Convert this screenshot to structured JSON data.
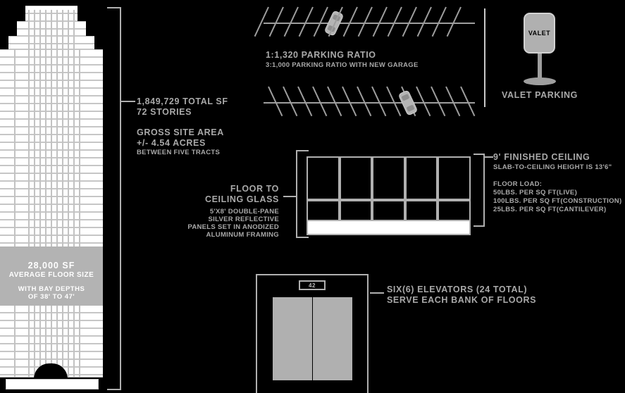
{
  "building": {
    "band": {
      "area_value": "28,000 SF",
      "area_label": "AVERAGE FLOOR SIZE",
      "bay_line1": "WITH BAY DEPTHS",
      "bay_line2": "OF 38' TO 47'"
    }
  },
  "callouts": {
    "total_sf": "1,849,729 TOTAL SF",
    "stories": "72 STORIES",
    "site_area_title": "GROSS SITE AREA",
    "site_area_value": "+/- 4.54 ACRES",
    "site_area_note": "BETWEEN FIVE TRACTS",
    "glass_title_1": "FLOOR TO",
    "glass_title_2": "CEILING GLASS",
    "glass_d1": "5'X8' DOUBLE-PANE",
    "glass_d2": "SILVER REFLECTIVE",
    "glass_d3": "PANELS SET IN ANODIZED",
    "glass_d4": "ALUMINUM FRAMING",
    "ceiling_title": "9' FINISHED CEILING",
    "ceiling_sub": "SLAB-TO-CEILING HEIGHT IS 13'6\"",
    "floor_load_title": "FLOOR LOAD:",
    "floor_load_1": "50LBS. PER SQ FT(LIVE)",
    "floor_load_2": "100LBS. PER SQ FT(CONSTRUCTION)",
    "floor_load_3": "25LBS. PER SQ FT(CANTILEVER)",
    "elevator_1": "SIX(6) ELEVATORS (24 TOTAL)",
    "elevator_2": "SERVE EACH BANK OF FLOORS"
  },
  "parking": {
    "ratio_main": "1:1,320 PARKING RATIO",
    "ratio_sub": "3:1,000 PARKING RATIO WITH NEW GARAGE",
    "valet_sign_text": "VALET",
    "valet_label": "VALET PARKING"
  },
  "elevator": {
    "floor_indicator": "42"
  },
  "colors": {
    "background": "#000000",
    "text": "#a9a9a9",
    "line": "#b0b0b0",
    "fill_light": "#ffffff",
    "fill_gray": "#b3b3b3"
  }
}
